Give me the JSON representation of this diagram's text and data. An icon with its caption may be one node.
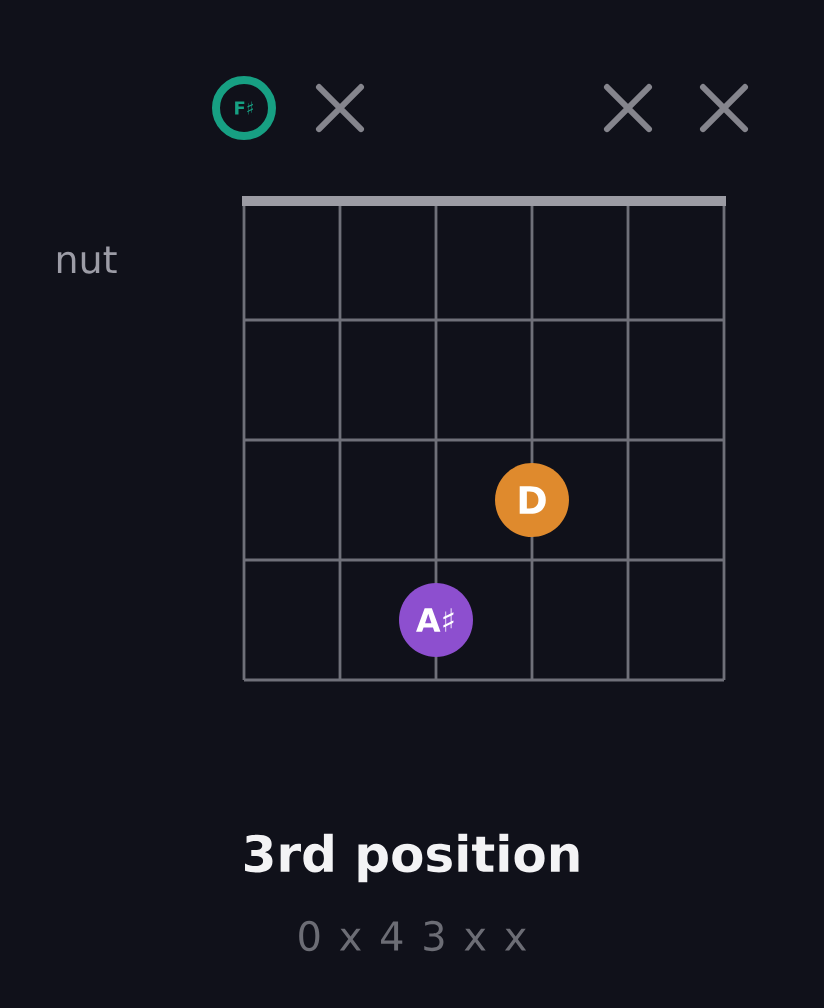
{
  "diagram": {
    "title": "3rd position",
    "caption": "0 x 4 3 x x",
    "nodes": [
      {
        "text": [
          "F♯"
        ]
      },
      {
        "text": [
          "D"
        ]
      },
      {
        "text": [
          "A♯"
        ]
      }
    ],
    "labels": [
      "nut"
    ]
  }
}
